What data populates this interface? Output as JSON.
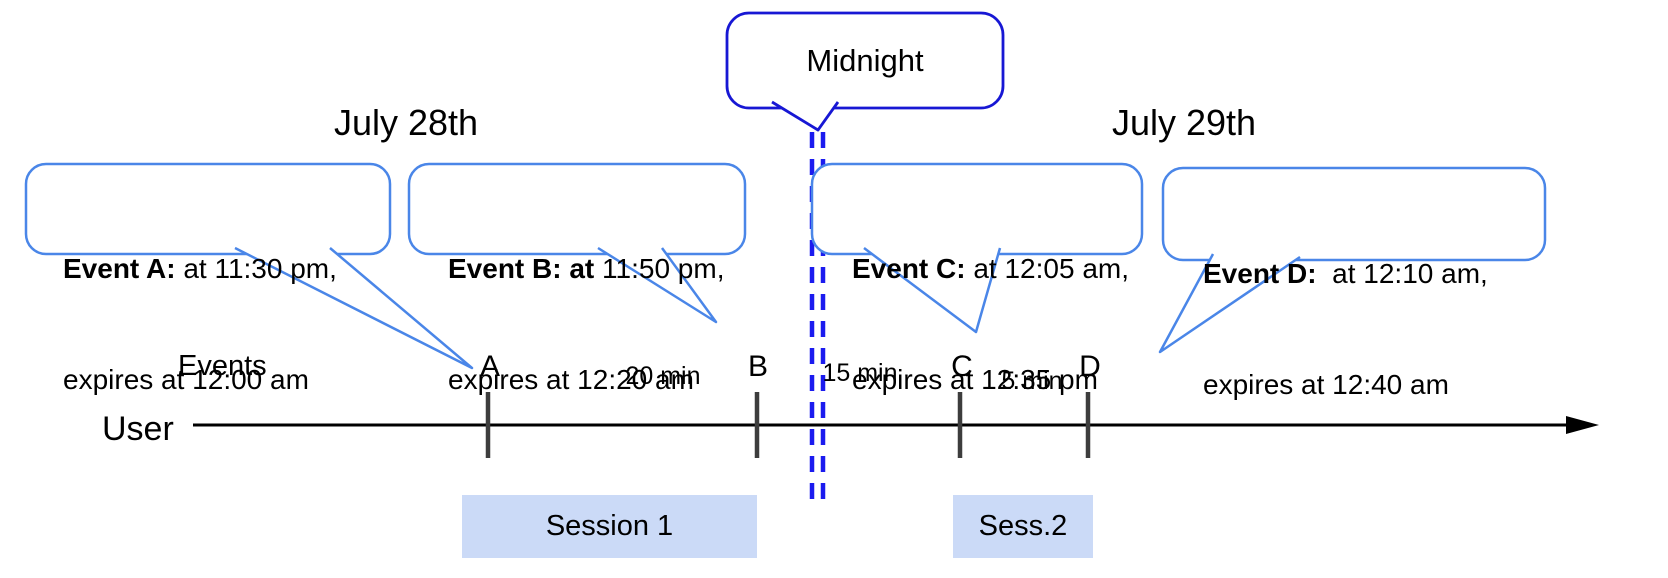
{
  "dates": {
    "left": "July 28th",
    "right": "July 29th"
  },
  "midnight": {
    "label": "Midnight"
  },
  "events": [
    {
      "tick": "A",
      "title": "Event A:",
      "line1_rest": " at 11:30 pm,",
      "line2": "expires at 12:00 am"
    },
    {
      "tick": "B",
      "title": "Event B: at",
      "line1_rest": " 11:50 pm,",
      "line2": "expires at 12:20 am"
    },
    {
      "tick": "C",
      "title": "Event C:",
      "line1_rest": " at 12:05 am,",
      "line2": "expires at 12:35 pm"
    },
    {
      "tick": "D",
      "title": "Event D:",
      "line1_rest": "  at 12:10 am,",
      "line2": "expires at 12:40 am"
    }
  ],
  "axis": {
    "row_label": "Events",
    "user_label": "User"
  },
  "intervals": [
    {
      "label": "20 min"
    },
    {
      "label": "15 min"
    },
    {
      "label": "5 min"
    }
  ],
  "sessions": [
    {
      "label": "Session 1"
    },
    {
      "label": "Sess.2"
    }
  ],
  "colors": {
    "callout_border": "#4a86e8",
    "midnight_border": "#1717d4",
    "dashed_line": "#1b1bef",
    "session_fill": "#cbdaf7",
    "tick": "#3d3d3d",
    "axis": "#000000"
  }
}
